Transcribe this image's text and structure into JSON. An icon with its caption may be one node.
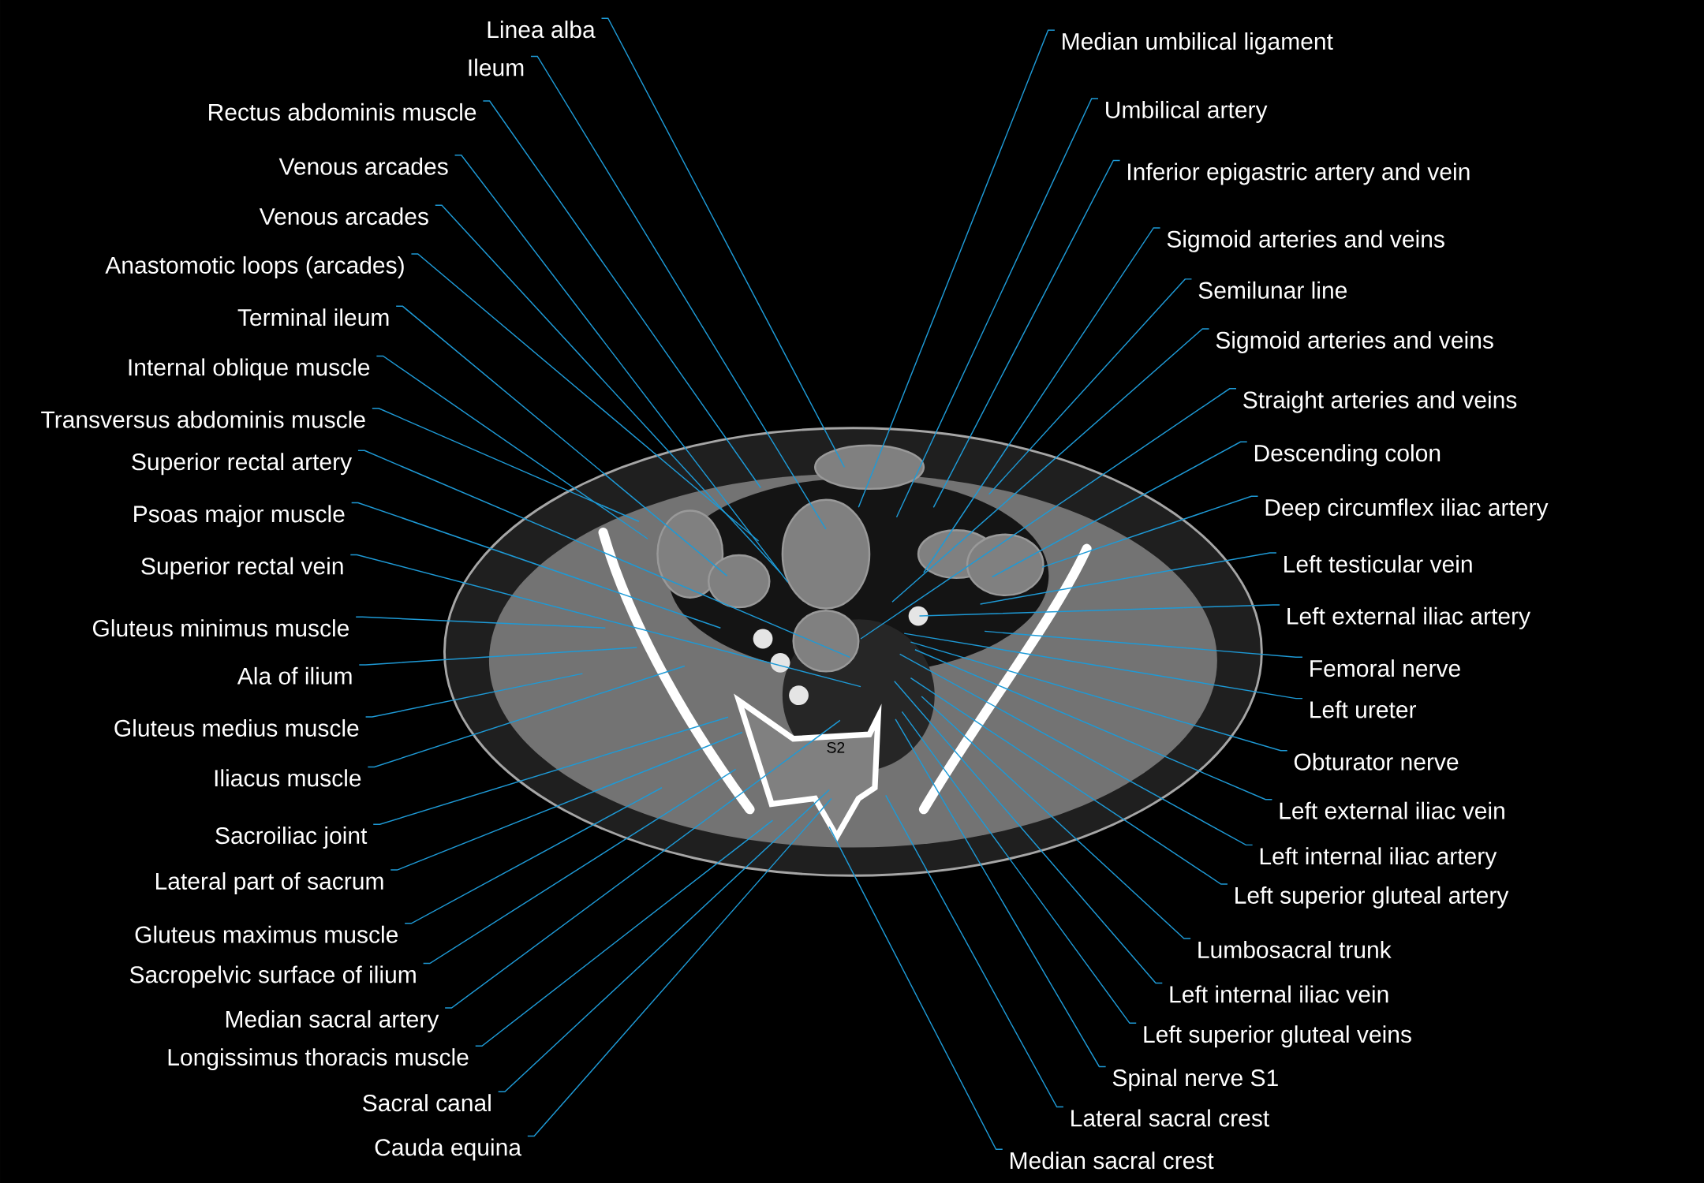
{
  "diagram": {
    "nodes": [
      {
        "text": [
          "Linea alba"
        ]
      },
      {
        "text": [
          "Ileum"
        ]
      },
      {
        "text": [
          "Rectus abdominis muscle"
        ]
      },
      {
        "text": [
          "Venous arcades"
        ]
      },
      {
        "text": [
          "Venous arcades"
        ]
      },
      {
        "text": [
          "Anastomotic loops (arcades)"
        ]
      },
      {
        "text": [
          "Terminal ileum"
        ]
      },
      {
        "text": [
          "Internal oblique muscle"
        ]
      },
      {
        "text": [
          "Transversus abdominis muscle"
        ]
      },
      {
        "text": [
          "Superior rectal artery"
        ]
      },
      {
        "text": [
          "Psoas major muscle"
        ]
      },
      {
        "text": [
          "Superior rectal vein"
        ]
      },
      {
        "text": [
          "Gluteus minimus muscle"
        ]
      },
      {
        "text": [
          "Ala of ilium"
        ]
      },
      {
        "text": [
          "Gluteus medius muscle"
        ]
      },
      {
        "text": [
          "Iliacus muscle"
        ]
      },
      {
        "text": [
          "Sacroiliac joint"
        ]
      },
      {
        "text": [
          "Lateral part of sacrum"
        ]
      },
      {
        "text": [
          "Gluteus maximus muscle"
        ]
      },
      {
        "text": [
          "Sacropelvic surface of ilium"
        ]
      },
      {
        "text": [
          "Median sacral artery"
        ]
      },
      {
        "text": [
          "Longissimus thoracis muscle"
        ]
      },
      {
        "text": [
          "Sacral canal"
        ]
      },
      {
        "text": [
          "Cauda equina"
        ]
      },
      {
        "text": [
          "Median umbilical ligament"
        ]
      },
      {
        "text": [
          "Umbilical artery"
        ]
      },
      {
        "text": [
          "Inferior epigastric artery and vein"
        ]
      },
      {
        "text": [
          "Sigmoid  arteries and veins"
        ]
      },
      {
        "text": [
          "Semilunar line"
        ]
      },
      {
        "text": [
          "Sigmoid arteries and veins"
        ]
      },
      {
        "text": [
          "Straight  arteries and veins"
        ]
      },
      {
        "text": [
          "Descending colon"
        ]
      },
      {
        "text": [
          "Deep circumflex iliac artery"
        ]
      },
      {
        "text": [
          "Left testicular vein"
        ]
      },
      {
        "text": [
          "Left external iliac artery"
        ]
      },
      {
        "text": [
          "Femoral nerve"
        ]
      },
      {
        "text": [
          "Left ureter"
        ]
      },
      {
        "text": [
          "Obturator nerve"
        ]
      },
      {
        "text": [
          "Left external iliac vein"
        ]
      },
      {
        "text": [
          "Left internal iliac artery"
        ]
      },
      {
        "text": [
          "Left superior gluteal artery"
        ]
      },
      {
        "text": [
          "Lumbosacral trunk"
        ]
      },
      {
        "text": [
          "Left internal iliac vein"
        ]
      },
      {
        "text": [
          "Left superior gluteal veins"
        ]
      },
      {
        "text": [
          "Spinal nerve S1"
        ]
      },
      {
        "text": [
          "Lateral sacral crest"
        ]
      },
      {
        "text": [
          "Median sacral crest"
        ]
      }
    ],
    "edges": [
      {
        "from": 0,
        "to": null,
        "arrow": "none"
      },
      {
        "from": 1,
        "to": null,
        "arrow": "none"
      },
      {
        "from": 2,
        "to": null,
        "arrow": "none"
      },
      {
        "from": 3,
        "to": null,
        "arrow": "none"
      },
      {
        "from": 4,
        "to": null,
        "arrow": "none"
      },
      {
        "from": 5,
        "to": null,
        "arrow": "none"
      },
      {
        "from": 6,
        "to": null,
        "arrow": "none"
      },
      {
        "from": 7,
        "to": null,
        "arrow": "none"
      },
      {
        "from": 8,
        "to": null,
        "arrow": "none"
      },
      {
        "from": 9,
        "to": null,
        "arrow": "none"
      },
      {
        "from": 10,
        "to": null,
        "arrow": "none"
      },
      {
        "from": 11,
        "to": null,
        "arrow": "none"
      },
      {
        "from": 12,
        "to": null,
        "arrow": "none"
      },
      {
        "from": 13,
        "to": null,
        "arrow": "none"
      },
      {
        "from": 14,
        "to": null,
        "arrow": "none"
      },
      {
        "from": 15,
        "to": null,
        "arrow": "none"
      },
      {
        "from": 16,
        "to": null,
        "arrow": "none"
      },
      {
        "from": 17,
        "to": null,
        "arrow": "none"
      },
      {
        "from": 18,
        "to": null,
        "arrow": "none"
      },
      {
        "from": 19,
        "to": null,
        "arrow": "none"
      },
      {
        "from": 20,
        "to": null,
        "arrow": "none"
      },
      {
        "from": 21,
        "to": null,
        "arrow": "none"
      },
      {
        "from": 22,
        "to": null,
        "arrow": "none"
      },
      {
        "from": 23,
        "to": null,
        "arrow": "none"
      },
      {
        "from": 24,
        "to": null,
        "arrow": "none"
      },
      {
        "from": 25,
        "to": null,
        "arrow": "none"
      },
      {
        "from": 26,
        "to": null,
        "arrow": "none"
      },
      {
        "from": 27,
        "to": null,
        "arrow": "none"
      },
      {
        "from": 28,
        "to": null,
        "arrow": "none"
      },
      {
        "from": 29,
        "to": null,
        "arrow": "none"
      },
      {
        "from": 30,
        "to": null,
        "arrow": "none"
      },
      {
        "from": 31,
        "to": null,
        "arrow": "none"
      },
      {
        "from": 32,
        "to": null,
        "arrow": "none"
      },
      {
        "from": 33,
        "to": null,
        "arrow": "none"
      },
      {
        "from": 34,
        "to": null,
        "arrow": "none"
      },
      {
        "from": 35,
        "to": null,
        "arrow": "none"
      },
      {
        "from": 36,
        "to": null,
        "arrow": "none"
      },
      {
        "from": 37,
        "to": null,
        "arrow": "none"
      },
      {
        "from": 38,
        "to": null,
        "arrow": "none"
      },
      {
        "from": 39,
        "to": null,
        "arrow": "none"
      },
      {
        "from": 40,
        "to": null,
        "arrow": "none"
      },
      {
        "from": 41,
        "to": null,
        "arrow": "none"
      },
      {
        "from": 42,
        "to": null,
        "arrow": "none"
      },
      {
        "from": 43,
        "to": null,
        "arrow": "none"
      },
      {
        "from": 44,
        "to": null,
        "arrow": "none"
      },
      {
        "from": 45,
        "to": null,
        "arrow": "none"
      },
      {
        "from": 46,
        "to": null,
        "arrow": "none"
      }
    ],
    "labels": [
      "S2"
    ]
  }
}
